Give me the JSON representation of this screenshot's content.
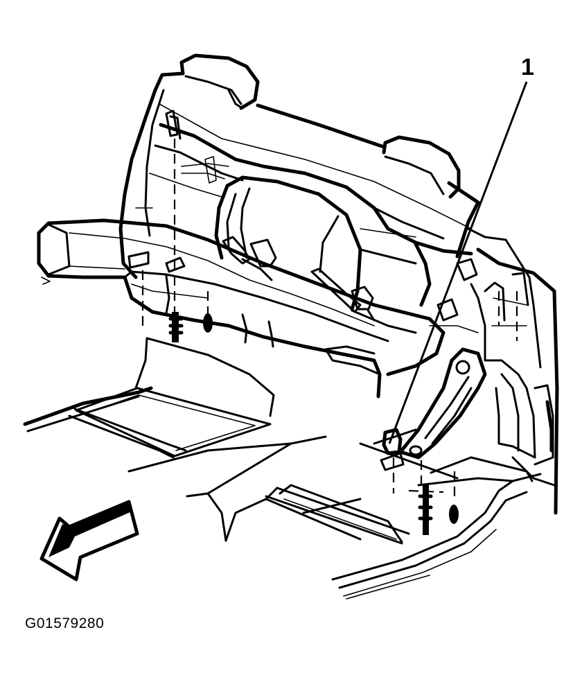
{
  "figure": {
    "callout_label": "1",
    "figure_code": "G01579280",
    "stroke_color": "#000000",
    "background_color": "#ffffff",
    "arrow_direction": "front-left"
  }
}
